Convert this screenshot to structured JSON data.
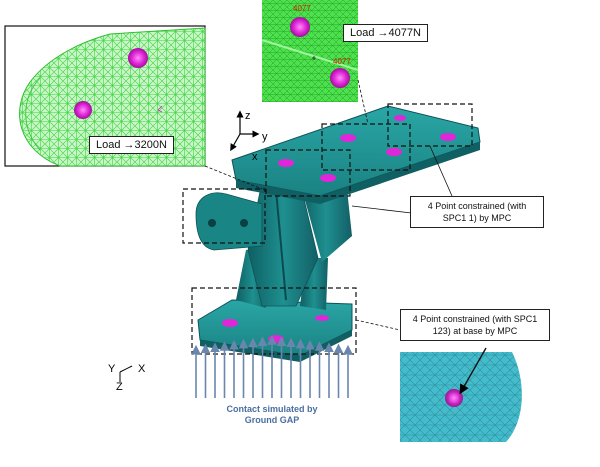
{
  "callouts": {
    "load_3200": "Load →3200N",
    "load_4077": "Load →4077N",
    "constraint_top": "4 Point constrained (with SPC1 1) by MPC",
    "constraint_base": "4 Point constrained (with SPC1 123) at base by MPC",
    "contact": "Contact simulated by Ground GAP"
  },
  "node_labels": {
    "zoom_top_a": "4077",
    "zoom_top_b": "4077"
  },
  "axes": {
    "main": {
      "z": "z",
      "y": "y",
      "x": "x"
    },
    "view": {
      "y": "Y",
      "x": "X",
      "z": "Z"
    }
  },
  "colors": {
    "mesh_green": "#33dd33",
    "mesh_bg_green": "#9be89b",
    "bracket_teal": "#1e8f8f",
    "bracket_dark": "#0f5f63",
    "load_magenta": "#e026d8",
    "arrow_blue": "#6a86ad",
    "mesh_cyan": "#3fb6c6"
  }
}
